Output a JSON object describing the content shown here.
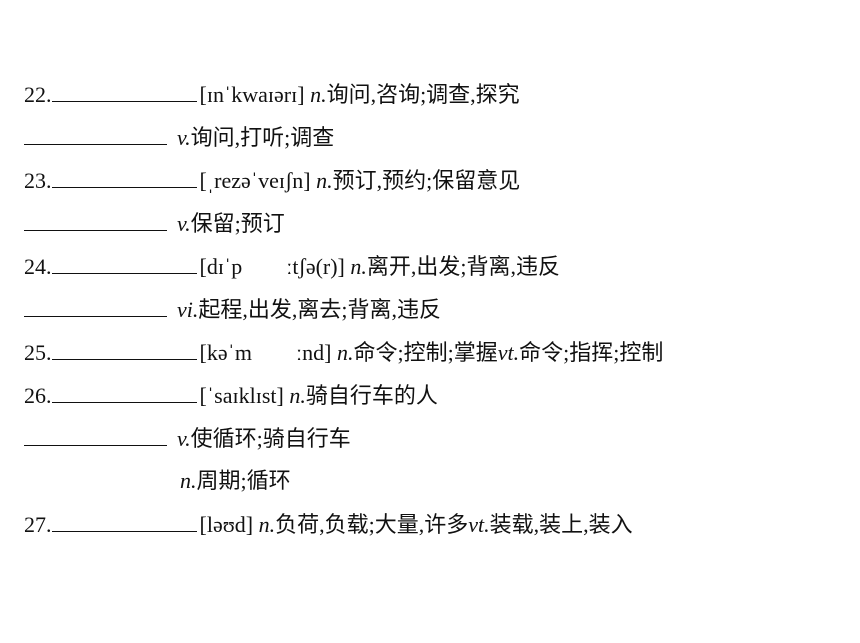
{
  "entries": [
    {
      "number": "22.",
      "phonetic": "[ɪnˈkwaɪərɪ]",
      "pos": "n.",
      "definition": "询问,咨询;调查,探究"
    },
    {
      "pos": "v.",
      "definition": "询问,打听;调查"
    },
    {
      "number": "23.",
      "phonetic": "[ˌrezəˈveɪʃn]",
      "pos": "n.",
      "definition": "预订,预约;保留意见"
    },
    {
      "pos": "v.",
      "definition": "保留;预订"
    },
    {
      "number": "24.",
      "phonetic": "[dɪˈp        ːtʃə(r)]",
      "pos": "n.",
      "definition": "离开,出发;背离,违反"
    },
    {
      "pos": "vi.",
      "definition": "起程,出发,离去;背离,违反"
    },
    {
      "number": "25.",
      "phonetic": "[kəˈm        ːnd]",
      "pos": "n.",
      "definition": "命令;控制;掌握",
      "pos2": "vt.",
      "definition2": "命令;指挥;控制"
    },
    {
      "number": "26.",
      "phonetic": "[ˈsaɪklɪst]",
      "pos": "n.",
      "definition": "骑自行车的人"
    },
    {
      "pos": "v.",
      "definition": "使循环;骑自行车"
    },
    {
      "pos": "n.",
      "definition": "周期;循环"
    },
    {
      "number": "27.",
      "phonetic": "[ləʊd]",
      "pos": "n.",
      "definition": "负荷,负载;大量,许多",
      "pos2": "vt.",
      "definition2": "装载,装上,装入"
    }
  ]
}
